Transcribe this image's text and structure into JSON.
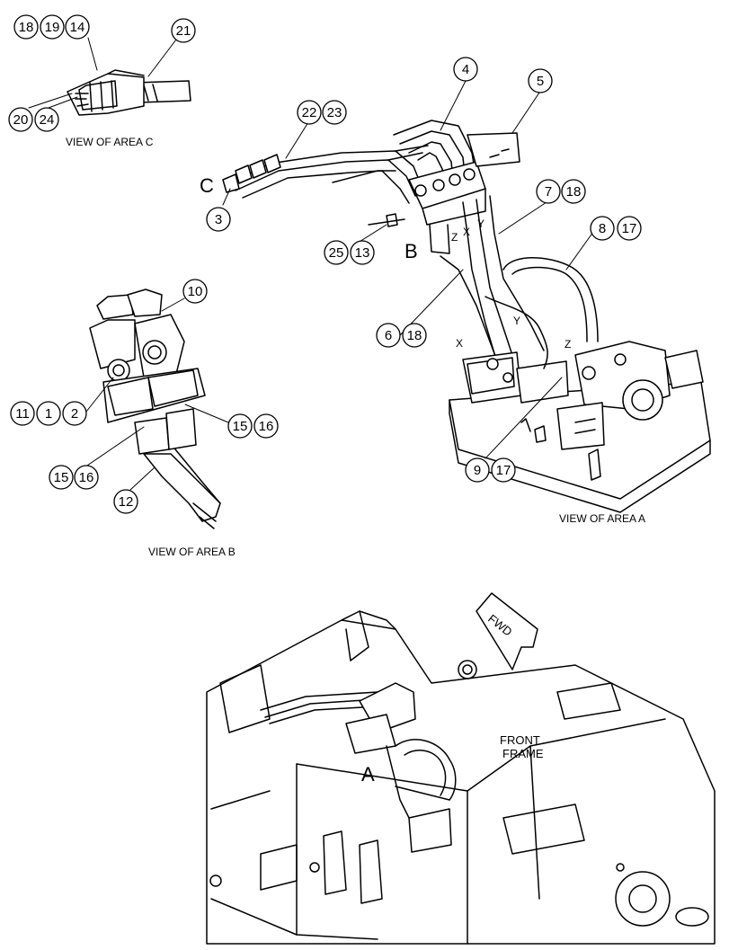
{
  "views": {
    "c_caption": "VIEW OF AREA C",
    "b_caption": "VIEW OF AREA B",
    "a_caption": "VIEW OF AREA A"
  },
  "area_letters": {
    "c": "C",
    "b": "B",
    "a": "A"
  },
  "fwd_label": "FWD",
  "front_frame": {
    "line1": "FRONT",
    "line2": "FRAME"
  },
  "port_labels": {
    "x": "X",
    "y": "Y",
    "z": "Z"
  },
  "callouts": [
    "18",
    "19",
    "14",
    "21",
    "20",
    "24",
    "22",
    "23",
    "3",
    "4",
    "5",
    "7",
    "18",
    "8",
    "17",
    "25",
    "13",
    "6",
    "18",
    "9",
    "17",
    "10",
    "11",
    "1",
    "2",
    "15",
    "16",
    "15",
    "16",
    "12"
  ],
  "colors": {
    "ink": "#000000",
    "paper": "#ffffff"
  }
}
